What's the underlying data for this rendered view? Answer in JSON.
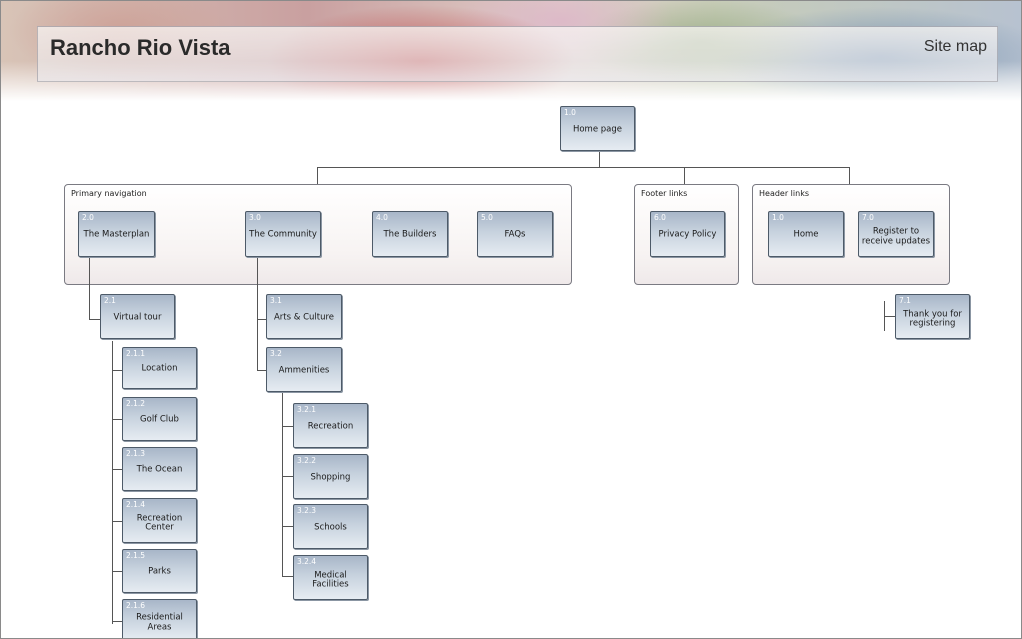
{
  "header": {
    "title": "Rancho Rio Vista",
    "page_label": "Site map"
  },
  "groups": {
    "primary": "Primary navigation",
    "footer": "Footer links",
    "header": "Header links"
  },
  "nodes": {
    "home": {
      "num": "1.0",
      "label": "Home page"
    },
    "masterplan": {
      "num": "2.0",
      "label": "The Masterplan"
    },
    "community": {
      "num": "3.0",
      "label": "The Community"
    },
    "builders": {
      "num": "4.0",
      "label": "The Builders"
    },
    "faqs": {
      "num": "5.0",
      "label": "FAQs"
    },
    "privacy": {
      "num": "6.0",
      "label": "Privacy Policy"
    },
    "header_home": {
      "num": "1.0",
      "label": "Home"
    },
    "register": {
      "num": "7.0",
      "label": "Register to receive updates"
    },
    "thank_you": {
      "num": "7.1",
      "label": "Thank you for registering"
    },
    "virtual_tour": {
      "num": "2.1",
      "label": "Virtual tour"
    },
    "location": {
      "num": "2.1.1",
      "label": "Location"
    },
    "golf_club": {
      "num": "2.1.2",
      "label": "Golf Club"
    },
    "ocean": {
      "num": "2.1.3",
      "label": "The Ocean"
    },
    "recreation_center": {
      "num": "2.1.4",
      "label": "Recreation Center"
    },
    "parks": {
      "num": "2.1.5",
      "label": "Parks"
    },
    "residential": {
      "num": "2.1.6",
      "label": "Residential Areas"
    },
    "arts": {
      "num": "3.1",
      "label": "Arts & Culture"
    },
    "ammenities": {
      "num": "3.2",
      "label": "Ammenities"
    },
    "recreation": {
      "num": "3.2.1",
      "label": "Recreation"
    },
    "shopping": {
      "num": "3.2.2",
      "label": "Shopping"
    },
    "schools": {
      "num": "3.2.3",
      "label": "Schools"
    },
    "medical": {
      "num": "3.2.4",
      "label": "Medical Facilities"
    }
  }
}
